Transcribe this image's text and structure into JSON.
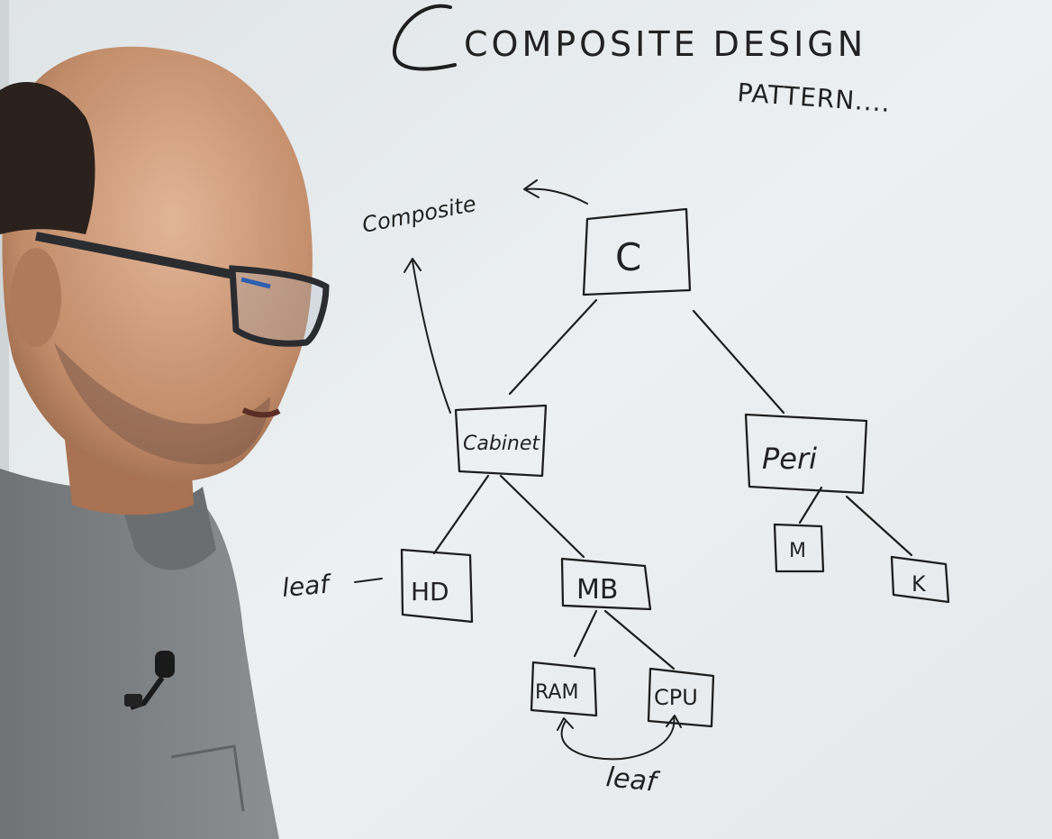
{
  "board": {
    "title_line1": "COMPOSITE DESIGN",
    "title_line2": "PATTERN....",
    "annotation_composite": "Composite",
    "annotation_leaf_left": "leaf",
    "annotation_leaf_bottom": "leaf"
  },
  "tree": {
    "root": "C",
    "cabinet": "Cabinet",
    "peri": "Peri",
    "hd": "HD",
    "mb": "MB",
    "ram": "RAM",
    "cpu": "CPU",
    "m": "M",
    "k": "K"
  },
  "colors": {
    "board": "#e8ecee",
    "ink": "#1e1e1e",
    "shirt": "#7d8183",
    "skin": "#c99a78"
  }
}
